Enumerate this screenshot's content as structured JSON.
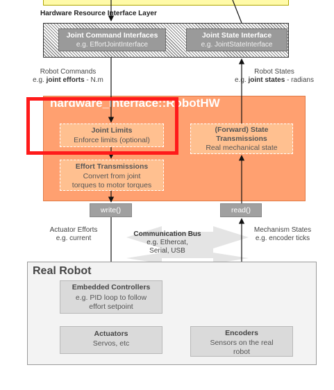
{
  "layer_title": "Hardware Resource Interface Layer",
  "joint_command_interfaces": {
    "title": "Joint Command Interfaces",
    "subtitle": "e.g. EffortJointInterface"
  },
  "joint_state_interface": {
    "title": "Joint State Interface",
    "subtitle": "e.g. JointStateInterface"
  },
  "robot_commands": {
    "line1": "Robot Commands",
    "prefix": "e.g.",
    "bold": "joint efforts",
    "suffix": "- N.m"
  },
  "robot_states": {
    "line1": "Robot States",
    "prefix": "e.g.",
    "bold": "joint states",
    "suffix": "- radians"
  },
  "robothw_title": "hardware_interface::RobotHW",
  "joint_limits": {
    "title": "Joint Limits",
    "subtitle": "Enforce limits (optional)"
  },
  "effort_transmissions": {
    "title": "Effort Transmissions",
    "line1": "Convert from joint",
    "line2": "torques to motor torques"
  },
  "state_transmissions": {
    "title1": "(Forward) State",
    "title2": "Transmissions",
    "subtitle": "Real mechanical state"
  },
  "write_label": "write()",
  "read_label": "read()",
  "actuator_efforts": {
    "line1": "Actuator Efforts",
    "line2": "e.g. current"
  },
  "communication_bus": {
    "title": "Communication Bus",
    "line1": "e.g. Ethercat,",
    "line2": "Serial, USB"
  },
  "mechanism_states": {
    "line1": "Mechanism States",
    "line2": "e.g. encoder ticks"
  },
  "real_robot_title": "Real Robot",
  "embedded_controllers": {
    "title": "Embedded Controllers",
    "line1": "e.g. PID loop to follow",
    "line2": "effort setpoint"
  },
  "actuators": {
    "title": "Actuators",
    "subtitle": "Servos, etc"
  },
  "encoders": {
    "title": "Encoders",
    "line1": "Sensors on the real",
    "line2": "robot"
  },
  "colors": {
    "robothw": "#ffa070",
    "inner_box": "#ffc090",
    "highlight": "#ff1a1a",
    "top_box": "#fffaa8"
  }
}
